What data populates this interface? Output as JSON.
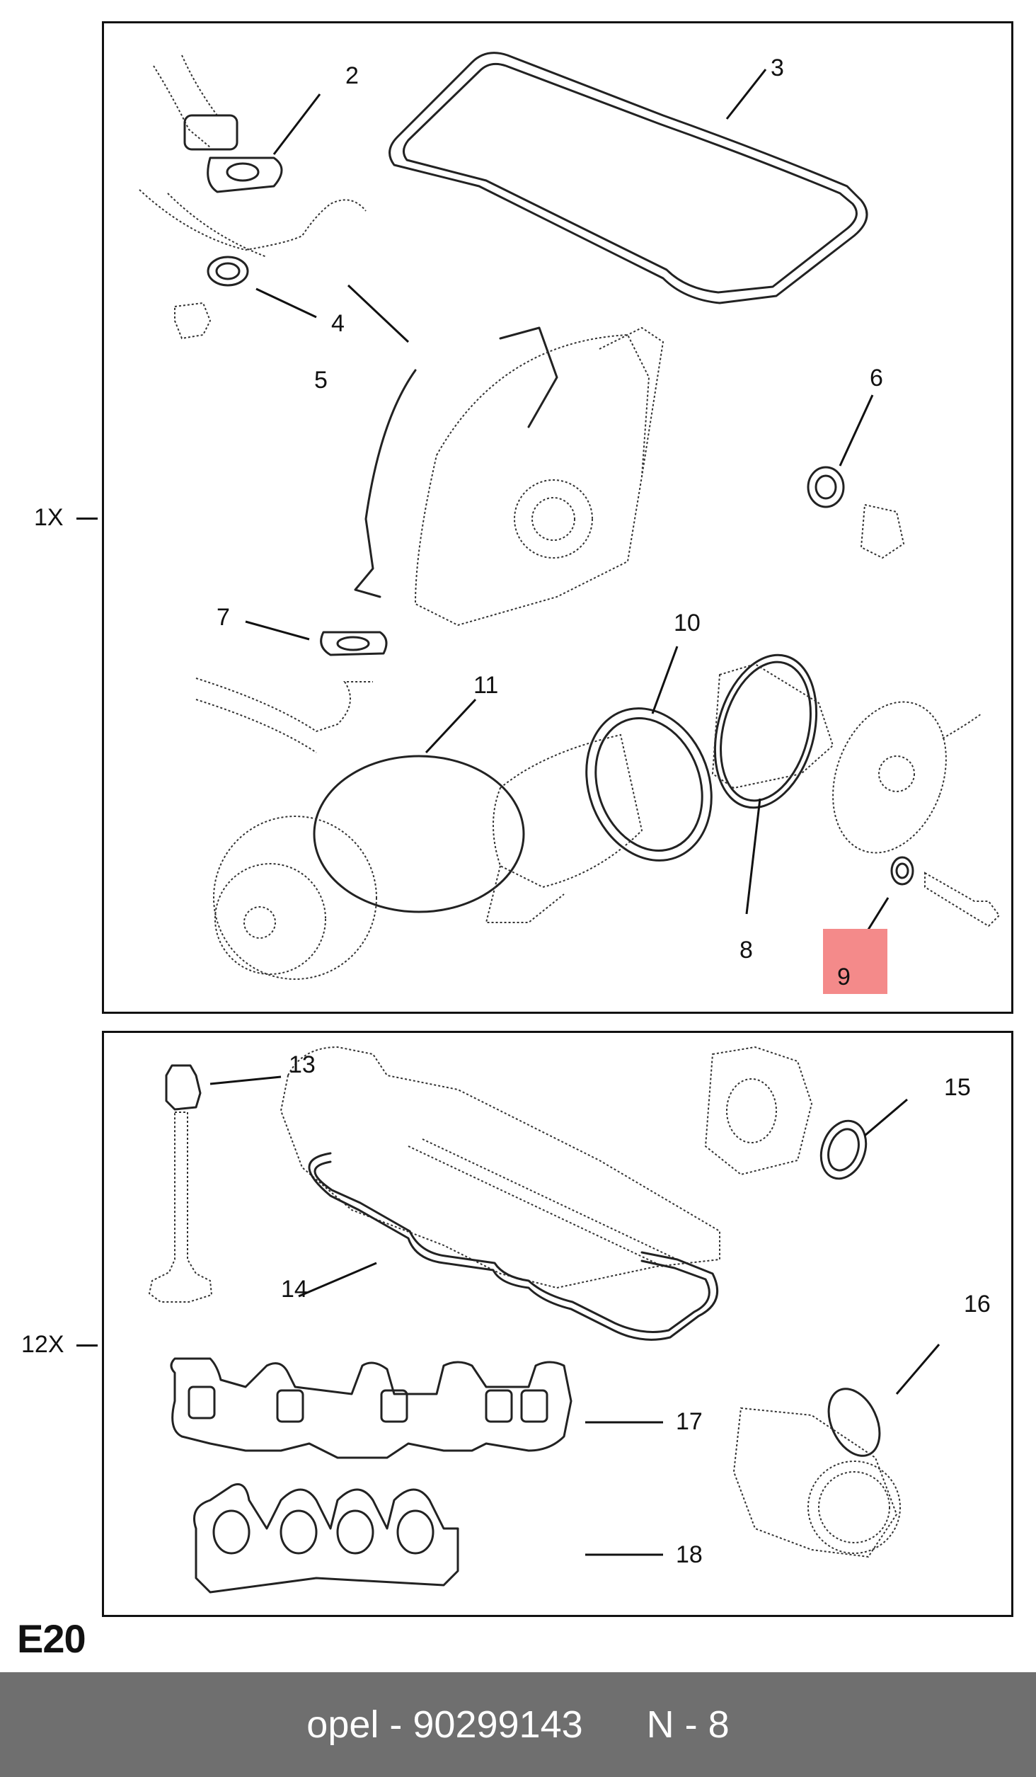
{
  "callouts": {
    "c1": "2",
    "c2": "3",
    "c3": "4",
    "c4": "5",
    "c5": "6",
    "c6": "7",
    "c7": "10",
    "c8": "11",
    "c9": "8",
    "c10": "9",
    "c11": "13",
    "c12": "15",
    "c13": "14",
    "c14": "16",
    "c15": "17",
    "c16": "18"
  },
  "quantities": {
    "top": "1X",
    "bottom": "12X"
  },
  "section_code": "E20",
  "highlight_color": "#f48a8a",
  "footer": {
    "brand_part": "opel - 90299143",
    "position": "N - 8",
    "background": "#6f6f6f"
  }
}
